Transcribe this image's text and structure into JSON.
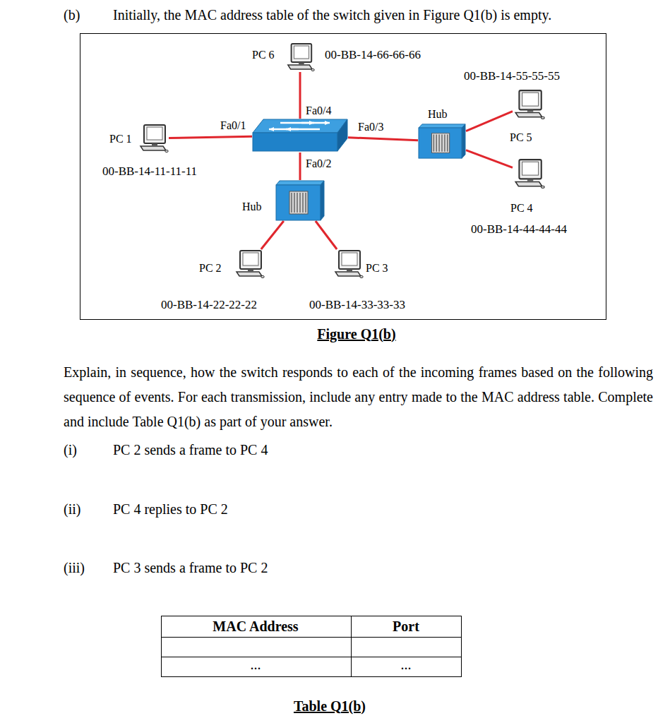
{
  "diagram": {
    "caption": "Figure Q1(b)",
    "nodes": [
      {
        "text": [
          "PC 6",
          "00-BB-14-66-66-66"
        ]
      },
      {
        "text": [
          "00-BB-14-55-55-55",
          "PC 5"
        ]
      },
      {
        "text": [
          "Hub"
        ]
      },
      {
        "text": [
          "PC 1",
          "00-BB-14-11-11-11"
        ]
      },
      {
        "text": []
      },
      {
        "text": [
          "PC 4",
          "00-BB-14-44-44-44"
        ]
      },
      {
        "text": [
          "Hub"
        ]
      },
      {
        "text": [
          "PC 2",
          "00-BB-14-22-22-22"
        ]
      },
      {
        "text": [
          "PC 3",
          "00-BB-14-33-33-33"
        ]
      }
    ],
    "edges": [
      {
        "from": 3,
        "to": 4,
        "arrow": "none",
        "label": "Fa0/1"
      },
      {
        "from": 0,
        "to": 4,
        "arrow": "none",
        "label": "Fa0/4"
      },
      {
        "from": 4,
        "to": 2,
        "arrow": "none",
        "label": "Fa0/3"
      },
      {
        "from": 4,
        "to": 6,
        "arrow": "none",
        "label": "Fa0/2"
      },
      {
        "from": 2,
        "to": 1,
        "arrow": "none"
      },
      {
        "from": 2,
        "to": 5,
        "arrow": "none"
      },
      {
        "from": 6,
        "to": 7,
        "arrow": "none"
      },
      {
        "from": 6,
        "to": 8,
        "arrow": "none"
      }
    ],
    "labels": [
      "(b)",
      "Initially, the MAC address table of the switch given in Figure Q1(b) is empty.",
      "Explain, in sequence, how the switch responds to each of the incoming frames based on the following sequence of events. For each transmission, include any entry made to the MAC address table. Complete and include Table Q1(b) as part of your answer.",
      "(i)",
      "PC 2 sends a frame to PC 4",
      "(ii)",
      "PC 4 replies to PC 2",
      "(iii)",
      "PC 3 sends a frame to PC 2",
      "MAC Address",
      "Port",
      "...",
      "...",
      "Table Q1(b)"
    ]
  }
}
